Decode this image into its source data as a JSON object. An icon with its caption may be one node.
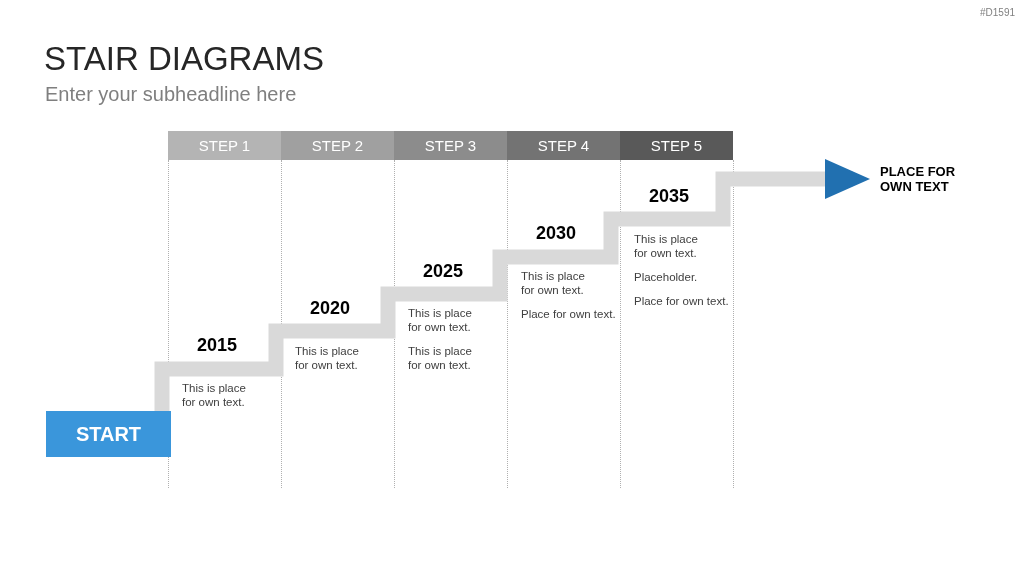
{
  "diagram": {
    "title": "STAIR DIAGRAMS",
    "nodes": [
      {
        "text": [
          "STEP 1"
        ]
      },
      {
        "text": [
          "STEP 2"
        ]
      },
      {
        "text": [
          "STEP 3"
        ]
      },
      {
        "text": [
          "STEP 4"
        ]
      },
      {
        "text": [
          "STEP 5"
        ]
      },
      {
        "text": [
          "PLACE FOR OWN TEXT"
        ]
      },
      {
        "text": [
          "START"
        ]
      }
    ],
    "edges": [
      {
        "from": 6,
        "to": 5,
        "arrow": "to"
      }
    ],
    "labels": [
      "#D1591",
      "Enter your subheadline here",
      "2015",
      "This is place for own text.",
      "2020",
      "This is place for own text.",
      "2025",
      "This is place for own text.",
      "This is place for own text.",
      "2030",
      "This is place for own text.",
      "Place for own text.",
      "2035",
      "This is place for own text.",
      "Placeholder.",
      "Place for own text."
    ]
  }
}
